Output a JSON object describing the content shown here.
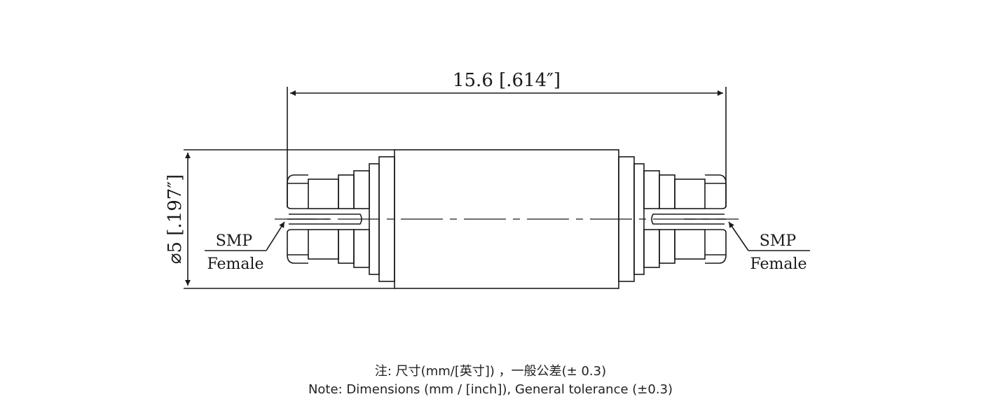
{
  "drawing": {
    "length_dimension": "15.6 [.614″]",
    "diameter_dimension": "⌀5 [.197″]",
    "left_connector": {
      "label_line1": "SMP",
      "label_line2": "Female"
    },
    "right_connector": {
      "label_line1": "SMP",
      "label_line2": "Female"
    },
    "line_color": "#1a1a1a"
  },
  "notes": {
    "chinese": "注: 尺寸(mm/[英寸]) ，一般公差(± 0.3)",
    "english": "Note: Dimensions (mm / [inch]), General tolerance (±0.3)"
  }
}
